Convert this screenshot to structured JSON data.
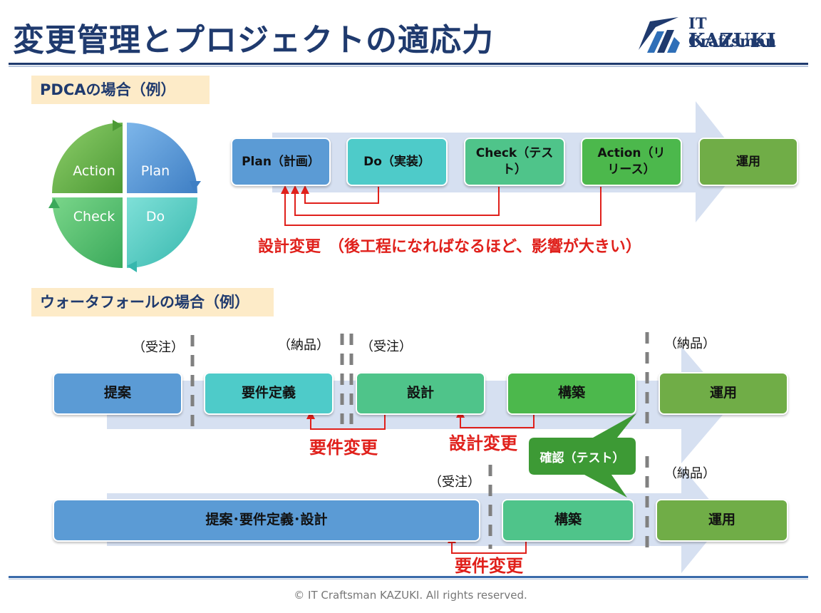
{
  "title": "変更管理とプロジェクトの適応力",
  "logo": {
    "line1": "IT Craftsman",
    "line2": "KAZUKI"
  },
  "pdca": {
    "section_label": "PDCAの場合（例）",
    "cycle": {
      "action": "Action",
      "plan": "Plan",
      "check": "Check",
      "do": "Do"
    },
    "flow": [
      "Plan（計画）",
      "Do（実装）",
      "Check（テスト）",
      "Action（リリース）",
      "運用"
    ],
    "change_label": "設計変更　（後工程になればなるほど、影響が大きい）"
  },
  "waterfall": {
    "section_label": "ウォータフォールの場合（例）",
    "row1": [
      "提案",
      "要件定義",
      "設計",
      "構築",
      "運用"
    ],
    "row2": [
      "提案･要件定義･設計",
      "構築",
      "運用"
    ],
    "order_label": "（受注）",
    "delivery_label": "（納品）",
    "req_change": "要件変更",
    "design_change": "設計変更",
    "confirm_label": "確認（テスト）"
  },
  "copyright": "© IT Craftsman KAZUKI. All rights reserved.",
  "colors": {
    "navy": "#1f3a6e",
    "red": "#e0201b",
    "arrow": "#d6e0f1",
    "plan": "#5b9bd5",
    "do": "#4ecbc9",
    "check": "#4fc48a",
    "action": "#4cb84c",
    "ops": "#70ad47"
  }
}
